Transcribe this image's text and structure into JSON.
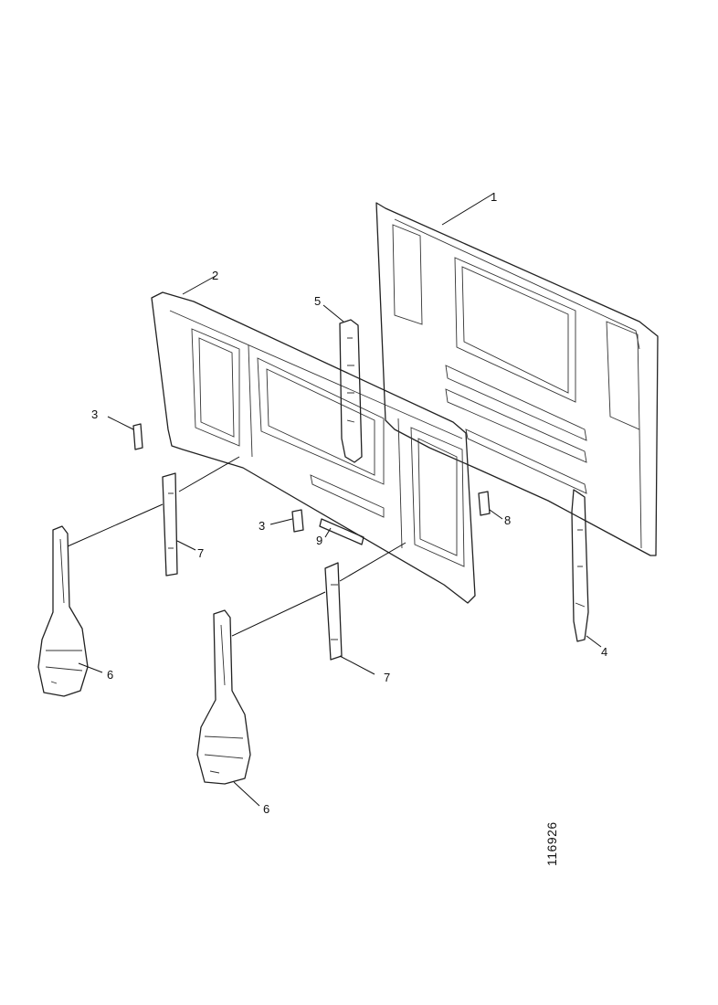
{
  "diagram": {
    "callouts": {
      "c1": "1",
      "c2": "2",
      "c3a": "3",
      "c3b": "3",
      "c4": "4",
      "c5": "5",
      "c6a": "6",
      "c6b": "6",
      "c7a": "7",
      "c7b": "7",
      "c8": "8",
      "c9": "9"
    },
    "document_number": "116926"
  }
}
